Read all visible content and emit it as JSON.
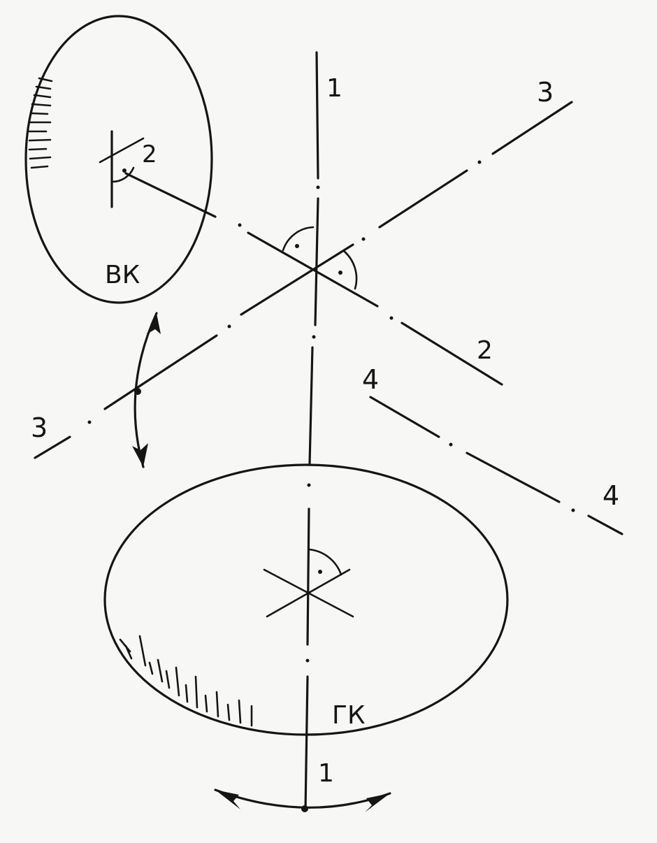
{
  "diagram": {
    "axis_labels": {
      "axis1_top": "1",
      "axis1_bottom": "1",
      "axis2_inner": "2",
      "axis2_outer": "2",
      "axis3_upper": "3",
      "axis3_lower": "3",
      "axis4_left": "4",
      "axis4_right": "4"
    },
    "circle_labels": {
      "vertical": "ВК",
      "horizontal": "ГК"
    },
    "ink_color": "#151515",
    "paper_color": "#f7f7f5"
  }
}
